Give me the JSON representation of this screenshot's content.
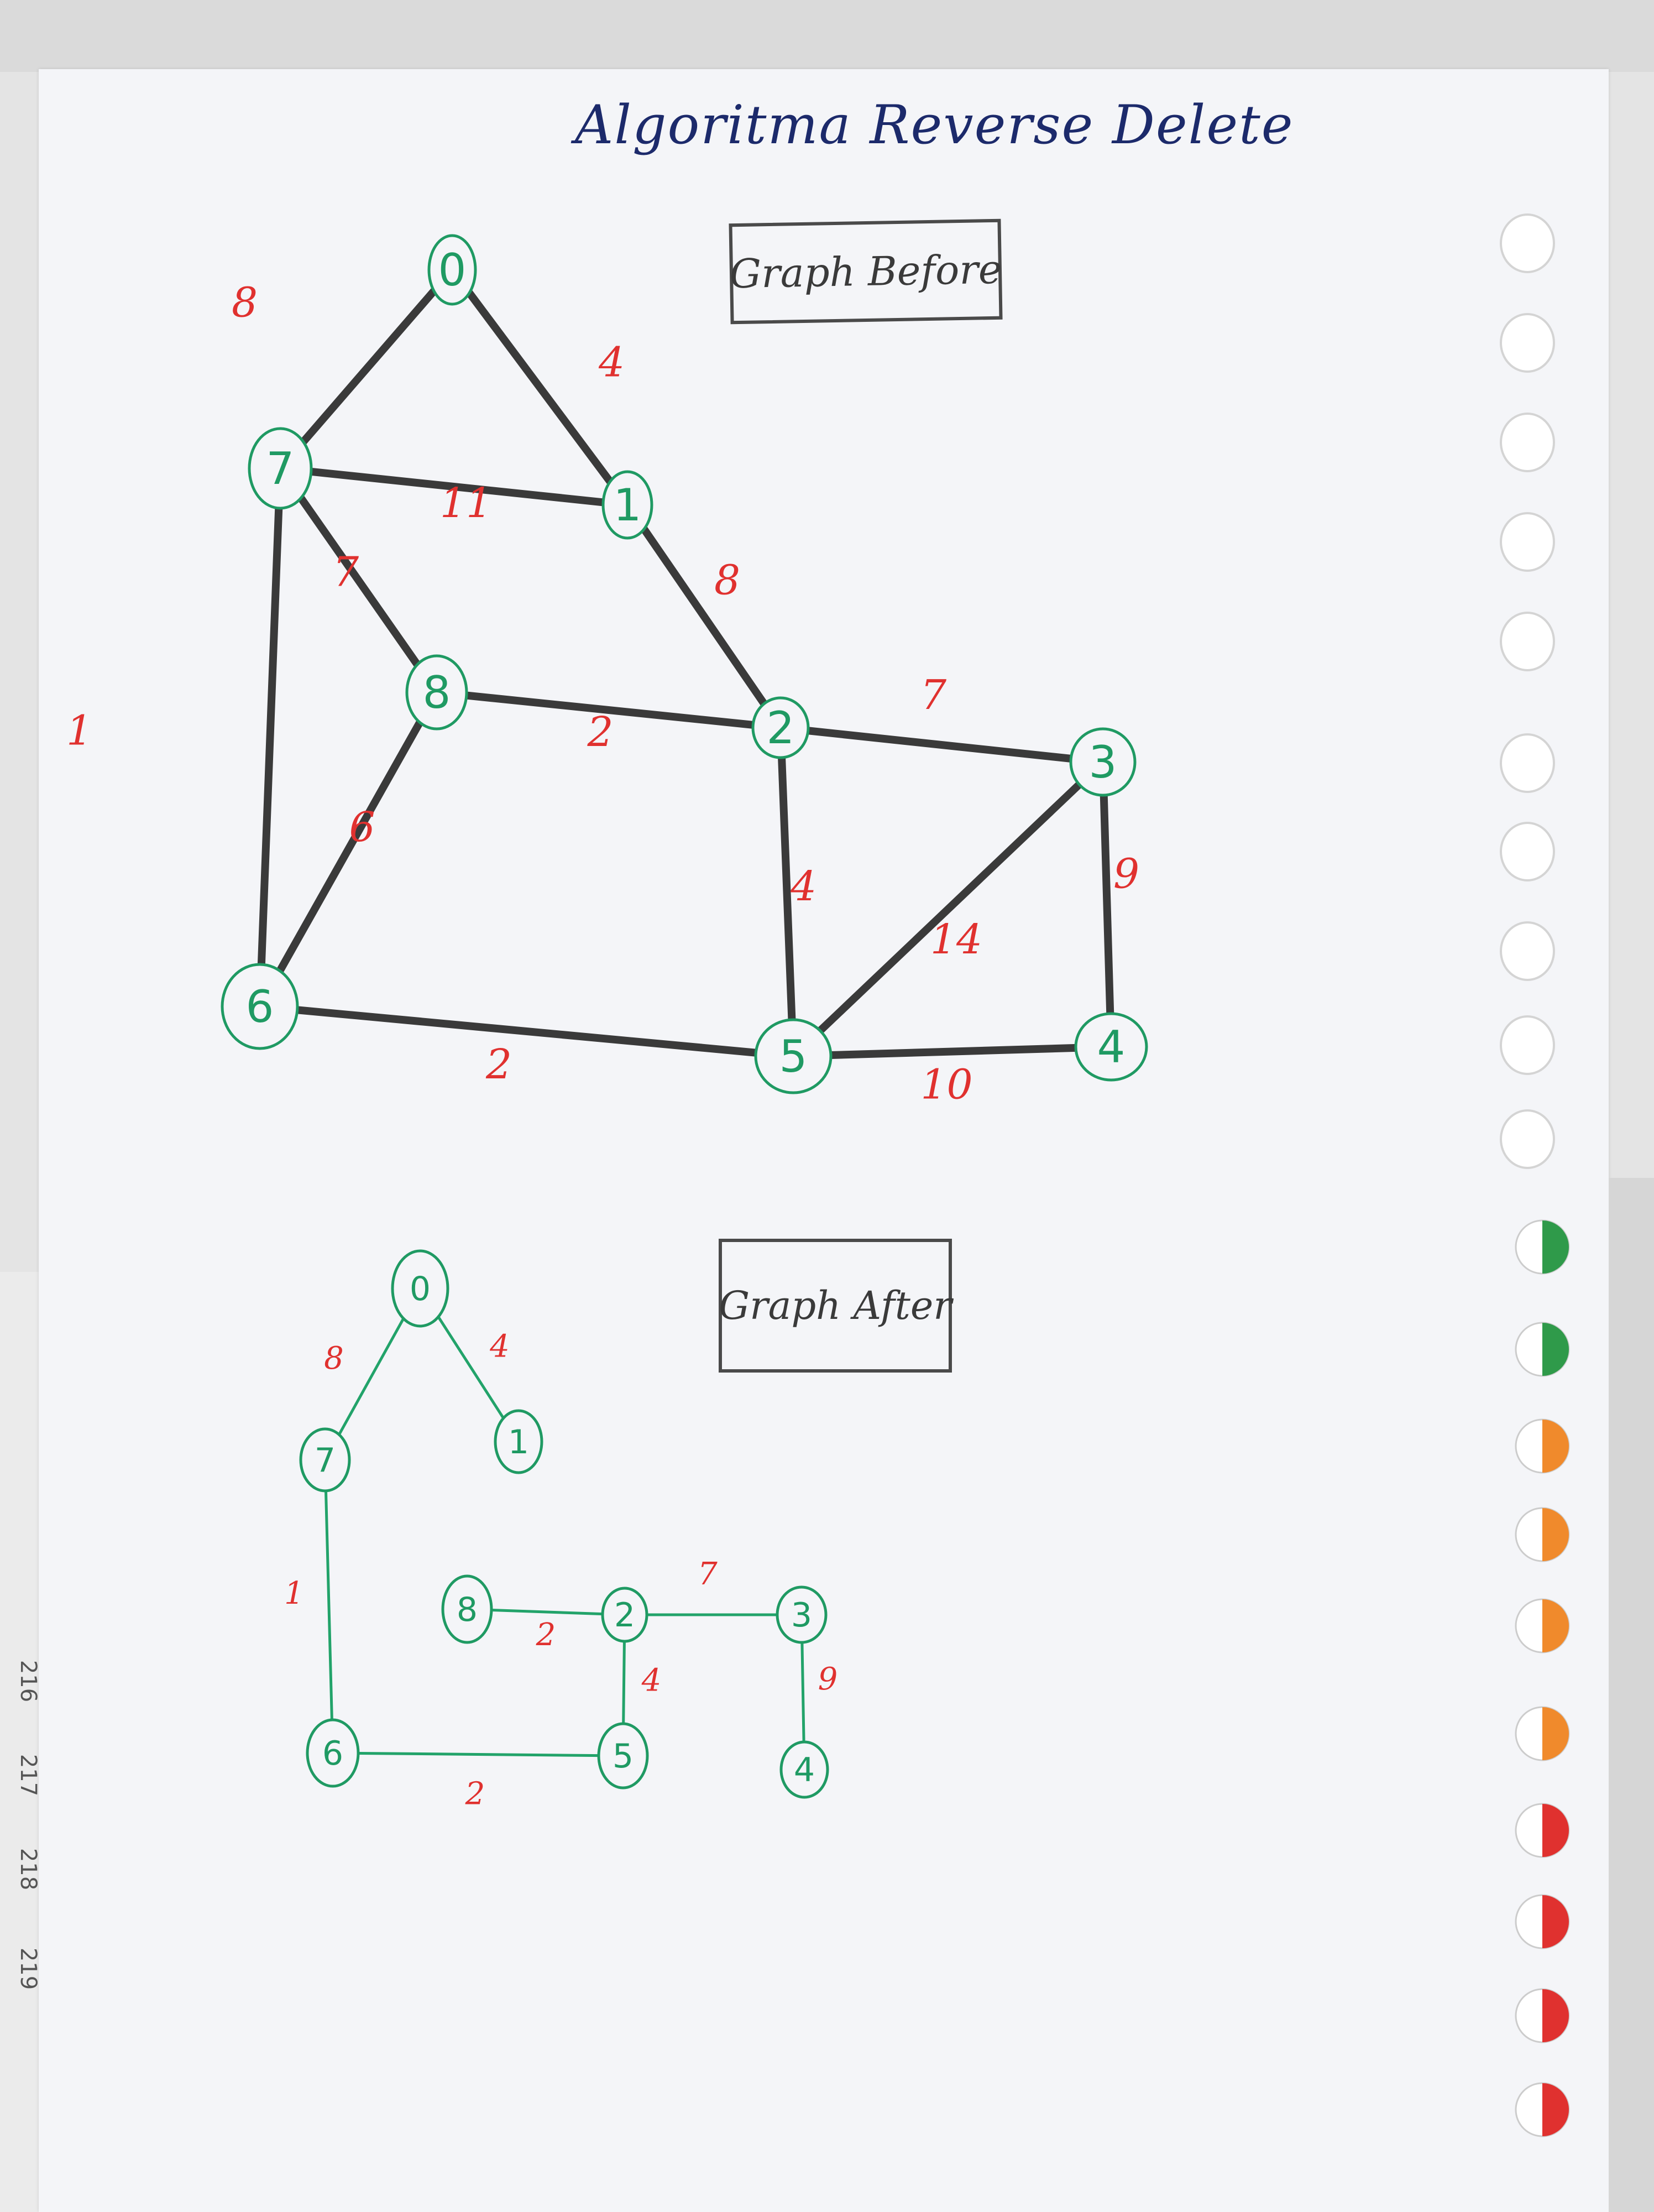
{
  "title": "Algoritma Reverse Delete",
  "before_label": "Graph Before",
  "after_label": "Graph After",
  "colors": {
    "node_ring": "#1f9a63",
    "weight_text": "#e0312f",
    "before_edge": "#3a3a3a",
    "after_edge": "#22a36a",
    "title_ink": "#1c2a6b"
  },
  "graph_before": {
    "nodes": [
      "0",
      "1",
      "2",
      "3",
      "4",
      "5",
      "6",
      "7",
      "8"
    ],
    "edges": [
      {
        "from": "0",
        "to": "7",
        "weight": "8"
      },
      {
        "from": "0",
        "to": "1",
        "weight": "4"
      },
      {
        "from": "7",
        "to": "1",
        "weight": "11"
      },
      {
        "from": "7",
        "to": "8",
        "weight": "7"
      },
      {
        "from": "7",
        "to": "6",
        "weight": "1"
      },
      {
        "from": "1",
        "to": "2",
        "weight": "8"
      },
      {
        "from": "8",
        "to": "2",
        "weight": "2"
      },
      {
        "from": "8",
        "to": "6",
        "weight": "6"
      },
      {
        "from": "2",
        "to": "3",
        "weight": "7"
      },
      {
        "from": "2",
        "to": "5",
        "weight": "4"
      },
      {
        "from": "3",
        "to": "5",
        "weight": "14"
      },
      {
        "from": "3",
        "to": "4",
        "weight": "9"
      },
      {
        "from": "6",
        "to": "5",
        "weight": "2"
      },
      {
        "from": "5",
        "to": "4",
        "weight": "10"
      }
    ]
  },
  "graph_after": {
    "nodes": [
      "0",
      "1",
      "2",
      "3",
      "4",
      "5",
      "6",
      "7",
      "8"
    ],
    "edges": [
      {
        "from": "0",
        "to": "7",
        "weight": "8"
      },
      {
        "from": "0",
        "to": "1",
        "weight": "4"
      },
      {
        "from": "7",
        "to": "6",
        "weight": "1"
      },
      {
        "from": "8",
        "to": "2",
        "weight": "2"
      },
      {
        "from": "2",
        "to": "3",
        "weight": "7"
      },
      {
        "from": "2",
        "to": "5",
        "weight": "4"
      },
      {
        "from": "3",
        "to": "4",
        "weight": "9"
      },
      {
        "from": "6",
        "to": "5",
        "weight": "2"
      }
    ]
  },
  "ruler_marks": [
    "216",
    "217",
    "218",
    "219"
  ]
}
